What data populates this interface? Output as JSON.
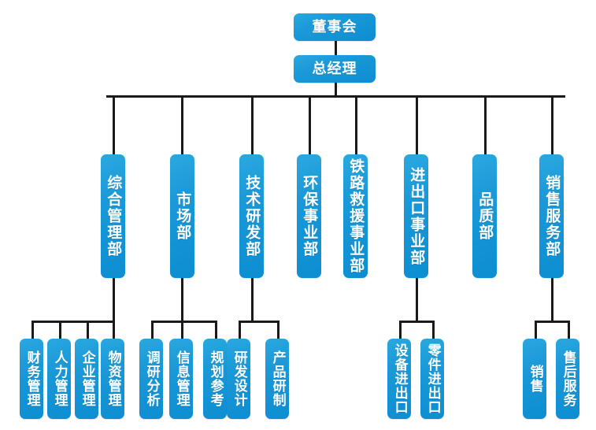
{
  "chart_title": "",
  "theme": {
    "node_fill": "#1a98d7",
    "node_fill_light": "#29a8e0",
    "node_fill_dark": "#0d8ed2",
    "node_text": "#ffffff",
    "connector": "#1a1a1a",
    "background": "#ffffff"
  },
  "nodes": {
    "board": {
      "label": "董事会"
    },
    "general_manager": {
      "label": "总经理"
    },
    "departments": [
      {
        "label": "综合管理部"
      },
      {
        "label": "市场部"
      },
      {
        "label": "技术研发部"
      },
      {
        "label": "环保事业部"
      },
      {
        "label": "铁路救援事业部"
      },
      {
        "label": "进出口事业部"
      },
      {
        "label": "品质部"
      },
      {
        "label": "销售服务部"
      }
    ],
    "sections": [
      {
        "label": "财务管理"
      },
      {
        "label": "人力管理"
      },
      {
        "label": "企业管理"
      },
      {
        "label": "物资管理"
      },
      {
        "label": "调研分析"
      },
      {
        "label": "信息管理"
      },
      {
        "label": "规划参考"
      },
      {
        "label": "研发设计"
      },
      {
        "label": "产品研制"
      },
      {
        "label": "设备进出口"
      },
      {
        "label": "零件进出口"
      },
      {
        "label": "销售"
      },
      {
        "label": "售后服务"
      }
    ]
  },
  "hierarchy": {
    "root": "董事会",
    "level2": "总经理",
    "level3_parents": [
      "综合管理部",
      "市场部",
      "技术研发部",
      "环保事业部",
      "铁路救援事业部",
      "进出口事业部",
      "品质部",
      "销售服务部"
    ],
    "level4_groups": [
      {
        "parent": "综合管理部",
        "children": [
          "财务管理",
          "人力管理",
          "企业管理",
          "物资管理"
        ]
      },
      {
        "parent": "市场部",
        "children": [
          "调研分析",
          "信息管理",
          "规划参考"
        ]
      },
      {
        "parent": "技术研发部",
        "children": [
          "研发设计",
          "产品研制"
        ]
      },
      {
        "parent": "环保事业部",
        "children": []
      },
      {
        "parent": "铁路救援事业部",
        "children": []
      },
      {
        "parent": "进出口事业部",
        "children": [
          "设备进出口",
          "零件进出口"
        ]
      },
      {
        "parent": "品质部",
        "children": []
      },
      {
        "parent": "销售服务部",
        "children": [
          "销售",
          "售后服务"
        ]
      }
    ]
  }
}
